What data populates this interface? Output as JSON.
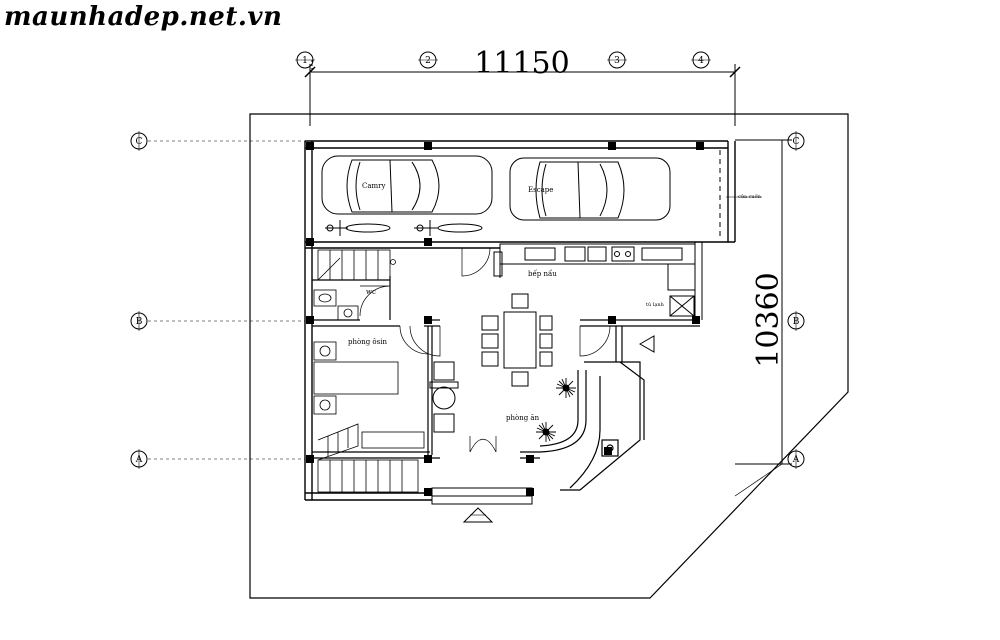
{
  "site": {
    "watermark": "maunhadep.net.vn"
  },
  "dimensions": {
    "width": "11150",
    "depth": "10360"
  },
  "grid_axes": {
    "columns": [
      "1",
      "2",
      "3",
      "4"
    ],
    "rows_left": [
      "C",
      "B",
      "A"
    ],
    "rows_right": [
      "C",
      "B",
      "A"
    ]
  },
  "cars": {
    "left": "Camry",
    "right": "Escape"
  },
  "rooms": {
    "kitchen": "bếp nấu",
    "wc": "wc",
    "maid_room": "phòng ôsin",
    "dining": "phòng ăn",
    "fridge": "tủ lạnh",
    "gate": "cửa cuốn"
  }
}
